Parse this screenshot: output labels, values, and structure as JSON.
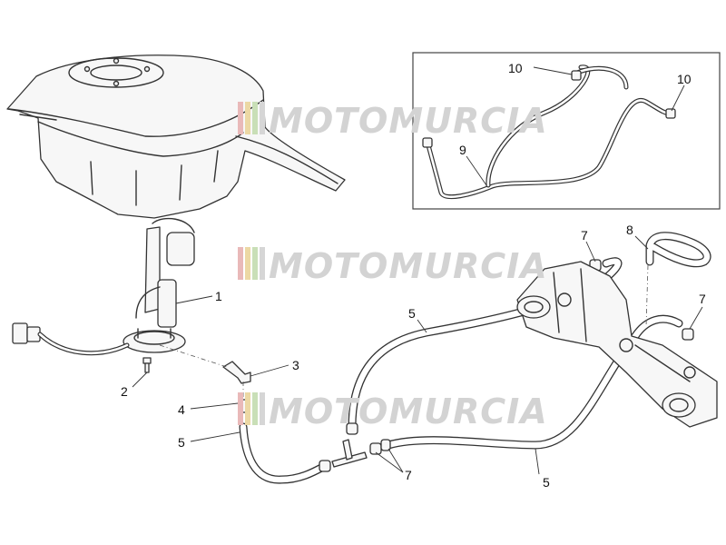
{
  "callouts": {
    "c1": "1",
    "c2": "2",
    "c3": "3",
    "c4": "4",
    "c5a": "5",
    "c5b": "5",
    "c5c": "5",
    "c7a": "7",
    "c7b": "7",
    "c7c": "7",
    "c8": "8",
    "c9": "9",
    "c10a": "10",
    "c10b": "10"
  },
  "watermark": {
    "text": "MOTOMURCIA",
    "stripe_colors": [
      "#e9b9b9",
      "#ecd8a4",
      "#c9dfb7",
      "#d6d6d6"
    ]
  },
  "colors": {
    "line": "#333333",
    "text": "#111111",
    "watermark": "#d3d3d3"
  },
  "icons": [
    "fuel-tank",
    "fuel-pump-assembly",
    "throttle-body",
    "fuel-hose",
    "hose-clamp",
    "t-connector",
    "elbow-fitting",
    "bolt",
    "connector-plug"
  ]
}
